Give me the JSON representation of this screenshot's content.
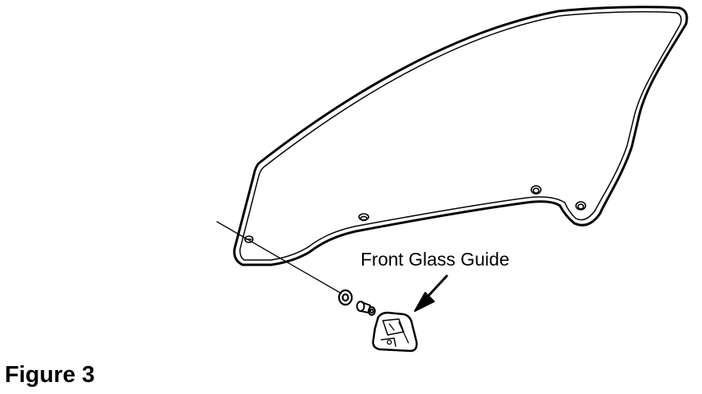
{
  "callout": {
    "label": "Front Glass Guide"
  },
  "caption": {
    "text": "Figure 3"
  },
  "colors": {
    "stroke": "#000000",
    "background": "#ffffff"
  },
  "parts": {
    "window_glass": "door-window-glass",
    "washer": "washer",
    "bolt": "bolt",
    "glass_guide": "front-glass-guide"
  }
}
